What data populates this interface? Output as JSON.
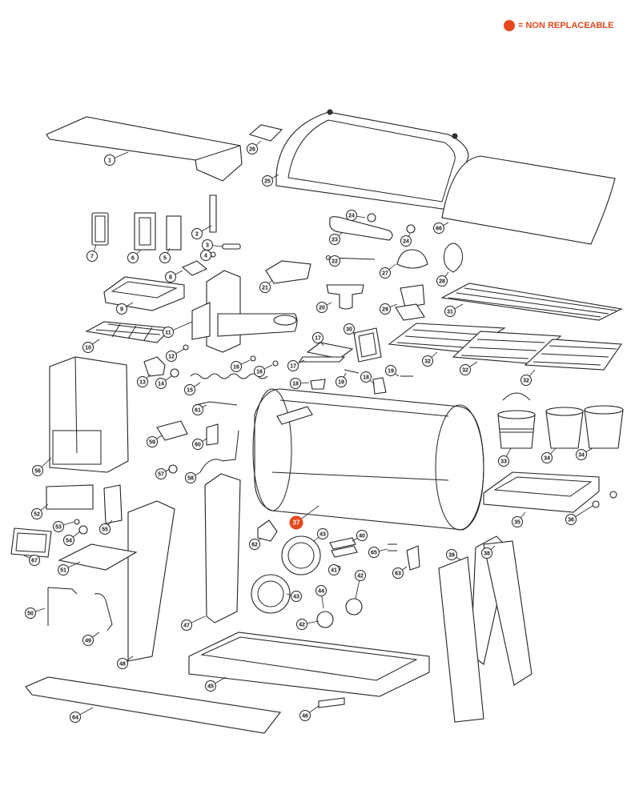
{
  "legend": {
    "text": "= NON REPLACEABLE",
    "color": "#e8481c"
  },
  "diagram": {
    "callouts": [
      {
        "n": "1"
      },
      {
        "n": "2"
      },
      {
        "n": "3"
      },
      {
        "n": "4"
      },
      {
        "n": "5"
      },
      {
        "n": "6"
      },
      {
        "n": "7"
      },
      {
        "n": "8"
      },
      {
        "n": "9"
      },
      {
        "n": "10"
      },
      {
        "n": "11"
      },
      {
        "n": "12"
      },
      {
        "n": "13"
      },
      {
        "n": "14"
      },
      {
        "n": "15"
      },
      {
        "n": "16"
      },
      {
        "n": "16"
      },
      {
        "n": "17"
      },
      {
        "n": "17"
      },
      {
        "n": "18"
      },
      {
        "n": "18"
      },
      {
        "n": "19"
      },
      {
        "n": "19"
      },
      {
        "n": "20"
      },
      {
        "n": "21"
      },
      {
        "n": "22"
      },
      {
        "n": "23"
      },
      {
        "n": "24"
      },
      {
        "n": "24"
      },
      {
        "n": "25"
      },
      {
        "n": "26"
      },
      {
        "n": "27"
      },
      {
        "n": "28"
      },
      {
        "n": "29"
      },
      {
        "n": "30"
      },
      {
        "n": "31"
      },
      {
        "n": "32"
      },
      {
        "n": "32"
      },
      {
        "n": "32"
      },
      {
        "n": "33"
      },
      {
        "n": "34"
      },
      {
        "n": "34"
      },
      {
        "n": "35"
      },
      {
        "n": "36"
      },
      {
        "n": "37",
        "non_replaceable": true
      },
      {
        "n": "38"
      },
      {
        "n": "39"
      },
      {
        "n": "40"
      },
      {
        "n": "41"
      },
      {
        "n": "42"
      },
      {
        "n": "42"
      },
      {
        "n": "43"
      },
      {
        "n": "43"
      },
      {
        "n": "44"
      },
      {
        "n": "45"
      },
      {
        "n": "46"
      },
      {
        "n": "47"
      },
      {
        "n": "48"
      },
      {
        "n": "49"
      },
      {
        "n": "50"
      },
      {
        "n": "51"
      },
      {
        "n": "52"
      },
      {
        "n": "53"
      },
      {
        "n": "54"
      },
      {
        "n": "55"
      },
      {
        "n": "56"
      },
      {
        "n": "57"
      },
      {
        "n": "58"
      },
      {
        "n": "59"
      },
      {
        "n": "60"
      },
      {
        "n": "61"
      },
      {
        "n": "62"
      },
      {
        "n": "63"
      },
      {
        "n": "64"
      },
      {
        "n": "65"
      },
      {
        "n": "66"
      },
      {
        "n": "67"
      }
    ]
  }
}
